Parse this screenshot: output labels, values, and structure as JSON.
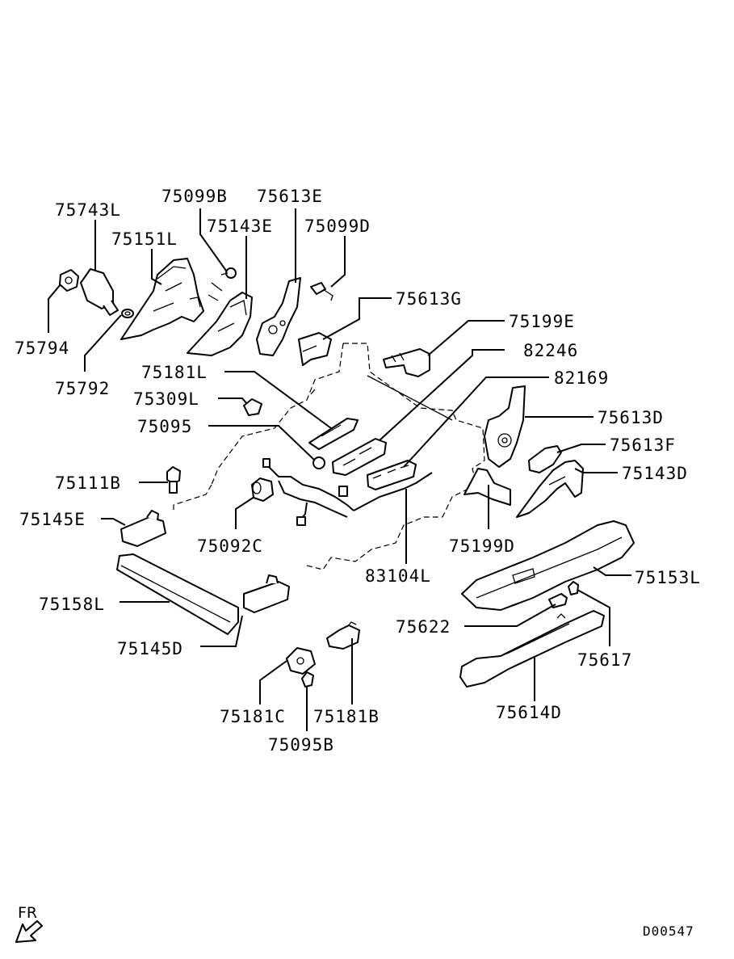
{
  "diagram": {
    "diagram_id": "D00547",
    "direction_label": "FR",
    "parts": [
      {
        "key": "p75743L",
        "label": "75743L"
      },
      {
        "key": "p75151L",
        "label": "75151L"
      },
      {
        "key": "p75099B",
        "label": "75099B"
      },
      {
        "key": "p75613E",
        "label": "75613E"
      },
      {
        "key": "p75143E",
        "label": "75143E"
      },
      {
        "key": "p75099D",
        "label": "75099D"
      },
      {
        "key": "p75613G",
        "label": "75613G"
      },
      {
        "key": "p75199E",
        "label": "75199E"
      },
      {
        "key": "p82246",
        "label": "82246"
      },
      {
        "key": "p82169",
        "label": "82169"
      },
      {
        "key": "p75613D",
        "label": "75613D"
      },
      {
        "key": "p75613F",
        "label": "75613F"
      },
      {
        "key": "p75143D",
        "label": "75143D"
      },
      {
        "key": "p75794",
        "label": "75794"
      },
      {
        "key": "p75792",
        "label": "75792"
      },
      {
        "key": "p75181L",
        "label": "75181L"
      },
      {
        "key": "p75309L",
        "label": "75309L"
      },
      {
        "key": "p75095",
        "label": "75095"
      },
      {
        "key": "p75111B",
        "label": "75111B"
      },
      {
        "key": "p75145E",
        "label": "75145E"
      },
      {
        "key": "p75092C",
        "label": "75092C"
      },
      {
        "key": "p83104L",
        "label": "83104L"
      },
      {
        "key": "p75199D",
        "label": "75199D"
      },
      {
        "key": "p75153L",
        "label": "75153L"
      },
      {
        "key": "p75158L",
        "label": "75158L"
      },
      {
        "key": "p75622",
        "label": "75622"
      },
      {
        "key": "p75145D",
        "label": "75145D"
      },
      {
        "key": "p75617",
        "label": "75617"
      },
      {
        "key": "p75181C",
        "label": "75181C"
      },
      {
        "key": "p75181B",
        "label": "75181B"
      },
      {
        "key": "p75614D",
        "label": "75614D"
      },
      {
        "key": "p75095B",
        "label": "75095B"
      }
    ]
  }
}
